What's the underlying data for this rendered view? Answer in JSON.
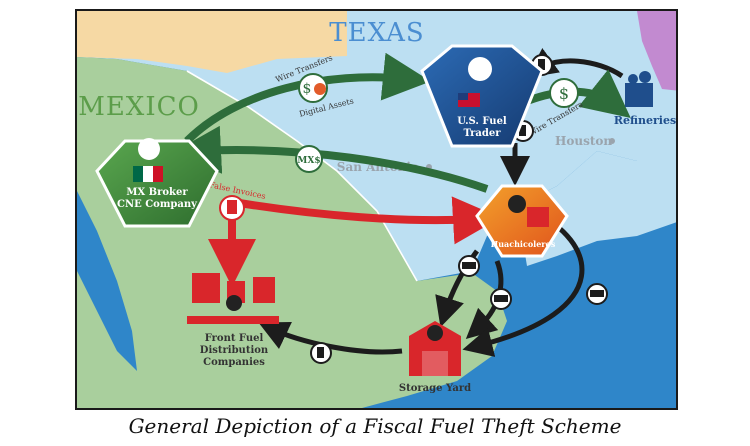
{
  "caption": "General Depiction of a Fiscal Fuel Theft Scheme",
  "regions": {
    "texas": "TEXAS",
    "mexico": "MEXICO"
  },
  "cities": {
    "san_antonio": "San Antonio",
    "houston": "Houston"
  },
  "nodes": {
    "us_trader": {
      "line1": "U.S. Fuel",
      "line2": "Trader",
      "color": "#1f4e8c"
    },
    "mx_broker": {
      "line1": "MX Broker",
      "line2": "CNE Company",
      "color": "#3f8a3b"
    },
    "huachicoleros": {
      "label": "Huachicoleros",
      "color": "#e8731f"
    },
    "refineries": {
      "label": "Refineries"
    },
    "front_fuel": {
      "line1": "Front Fuel",
      "line2": "Distribution",
      "line3": "Companies"
    },
    "storage_yard": {
      "label": "Storage Yard"
    }
  },
  "flows": {
    "wire_digital_top": "Wire Transfers",
    "wire_digital_bottom": "Digital Assets",
    "wire_transfers": "Wire Transfers",
    "mx_currency": "MX$",
    "false_invoices": "False Invoices"
  },
  "colors": {
    "sea": "#2f86c9",
    "land_mx": "#a9cf9d",
    "land_us": "#b9dbf0",
    "nm": "#f6d9a4",
    "ok": "#c28ad0",
    "arrow_green": "#2e6d3b",
    "arrow_red": "#d9262b",
    "arrow_black": "#1c1c1c"
  }
}
